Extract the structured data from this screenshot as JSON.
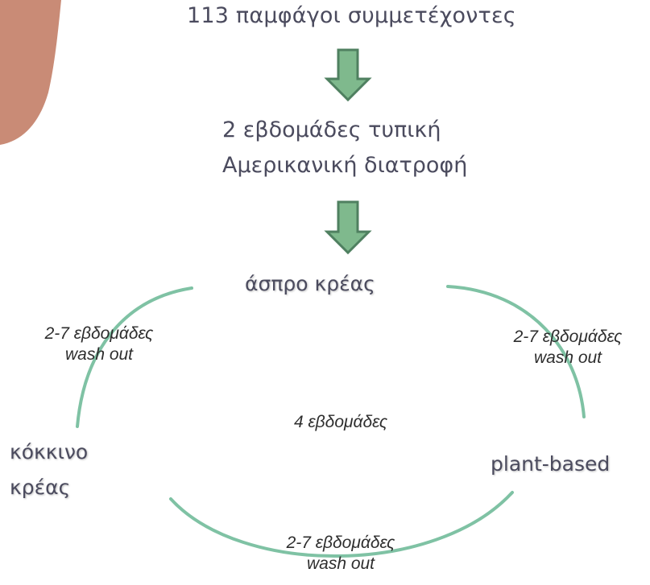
{
  "colors": {
    "blob": "#c98b76",
    "arrow_fill": "#7fb98d",
    "arrow_stroke": "#4f8060",
    "arc": "#7fc2a4",
    "text_dark": "#4b4b5e",
    "text_italic": "#2e2e2e"
  },
  "participants": "113 παμφάγοι συμμετέχοντες",
  "baseline": {
    "line1": "2 εβδομάδες τυπική",
    "line2": "Αμερικανική διατροφή"
  },
  "nodes": {
    "white_meat": "άσπρο κρέας",
    "red_meat_line1": "κόκκινο",
    "red_meat_line2": "κρέας",
    "plant_based": "plant-based"
  },
  "washouts": {
    "left": {
      "line1": "2-7 εβδομάδες",
      "line2": "wash out"
    },
    "right": {
      "line1": "2-7 εβδομάδες",
      "line2": "wash out"
    },
    "bottom": {
      "line1": "2-7 εβδομάδες",
      "line2": "wash out"
    }
  },
  "center_label": "4 εβδομάδες"
}
